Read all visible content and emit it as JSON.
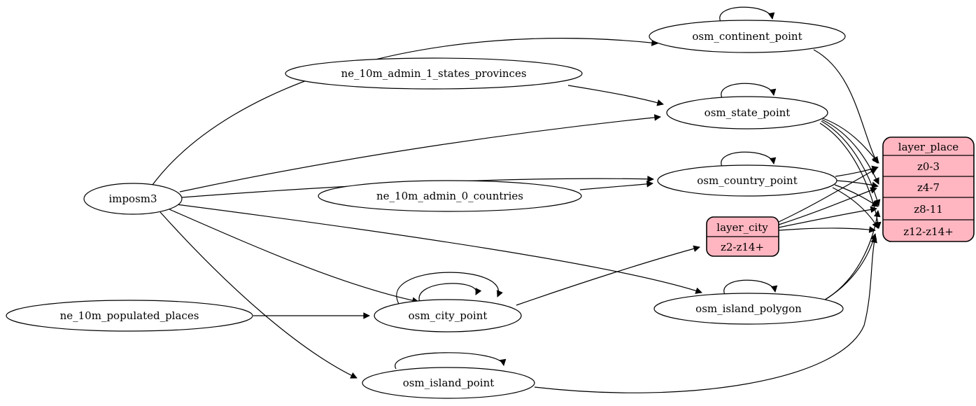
{
  "diagram": {
    "kind": "etl-dependency-graph",
    "background_color": "#ffffff",
    "colors": {
      "table_node_fill": "#ffffff",
      "record_node_fill": "#ffb6c1",
      "stroke": "#000000"
    },
    "nodes": {
      "imposm3": {
        "label": "imposm3",
        "shape": "ellipse"
      },
      "ne_10m_admin_1_states_provinces": {
        "label": "ne_10m_admin_1_states_provinces",
        "shape": "ellipse"
      },
      "ne_10m_admin_0_countries": {
        "label": "ne_10m_admin_0_countries",
        "shape": "ellipse"
      },
      "ne_10m_populated_places": {
        "label": "ne_10m_populated_places",
        "shape": "ellipse"
      },
      "osm_continent_point": {
        "label": "osm_continent_point",
        "shape": "ellipse"
      },
      "osm_state_point": {
        "label": "osm_state_point",
        "shape": "ellipse"
      },
      "osm_country_point": {
        "label": "osm_country_point",
        "shape": "ellipse"
      },
      "osm_city_point": {
        "label": "osm_city_point",
        "shape": "ellipse"
      },
      "osm_island_polygon": {
        "label": "osm_island_polygon",
        "shape": "ellipse"
      },
      "osm_island_point": {
        "label": "osm_island_point",
        "shape": "ellipse"
      }
    },
    "records": {
      "layer_city": {
        "title": "layer_city",
        "rows": [
          "z2-z14+"
        ],
        "fill": "#ffb6c1"
      },
      "layer_place": {
        "title": "layer_place",
        "rows": [
          "z0-3",
          "z4-7",
          "z8-11",
          "z12-z14+"
        ],
        "fill": "#ffb6c1"
      }
    },
    "edges": [
      {
        "from": "imposm3",
        "to": "osm_continent_point"
      },
      {
        "from": "imposm3",
        "to": "osm_state_point"
      },
      {
        "from": "imposm3",
        "to": "osm_country_point"
      },
      {
        "from": "imposm3",
        "to": "osm_city_point"
      },
      {
        "from": "imposm3",
        "to": "osm_island_polygon"
      },
      {
        "from": "imposm3",
        "to": "osm_island_point"
      },
      {
        "from": "ne_10m_admin_1_states_provinces",
        "to": "osm_state_point"
      },
      {
        "from": "ne_10m_admin_0_countries",
        "to": "osm_country_point"
      },
      {
        "from": "ne_10m_populated_places",
        "to": "osm_city_point"
      },
      {
        "from": "osm_continent_point",
        "to": "osm_continent_point",
        "self_loop": true
      },
      {
        "from": "osm_state_point",
        "to": "osm_state_point",
        "self_loop": true
      },
      {
        "from": "osm_country_point",
        "to": "osm_country_point",
        "self_loop": true
      },
      {
        "from": "osm_city_point",
        "to": "osm_city_point",
        "self_loop": true
      },
      {
        "from": "osm_city_point",
        "to": "osm_city_point",
        "self_loop": true
      },
      {
        "from": "osm_island_polygon",
        "to": "osm_island_polygon",
        "self_loop": true
      },
      {
        "from": "osm_island_point",
        "to": "osm_island_point",
        "self_loop": true
      },
      {
        "from": "osm_city_point",
        "to": "layer_city:z2-z14+"
      },
      {
        "from": "osm_continent_point",
        "to": "layer_place:z0-3"
      },
      {
        "from": "osm_state_point",
        "to": "layer_place:z0-3"
      },
      {
        "from": "osm_state_point",
        "to": "layer_place:z4-7"
      },
      {
        "from": "osm_state_point",
        "to": "layer_place:z8-11"
      },
      {
        "from": "osm_state_point",
        "to": "layer_place:z12-z14+"
      },
      {
        "from": "osm_country_point",
        "to": "layer_place:z0-3"
      },
      {
        "from": "osm_country_point",
        "to": "layer_place:z4-7"
      },
      {
        "from": "osm_country_point",
        "to": "layer_place:z8-11"
      },
      {
        "from": "osm_country_point",
        "to": "layer_place:z12-z14+"
      },
      {
        "from": "layer_city",
        "to": "layer_place:z0-3"
      },
      {
        "from": "layer_city",
        "to": "layer_place:z4-7"
      },
      {
        "from": "layer_city",
        "to": "layer_place:z8-11"
      },
      {
        "from": "layer_city",
        "to": "layer_place:z12-z14+"
      },
      {
        "from": "osm_island_polygon",
        "to": "layer_place:z8-11"
      },
      {
        "from": "osm_island_polygon",
        "to": "layer_place:z12-z14+"
      },
      {
        "from": "osm_island_point",
        "to": "layer_place:z12-z14+"
      }
    ]
  }
}
